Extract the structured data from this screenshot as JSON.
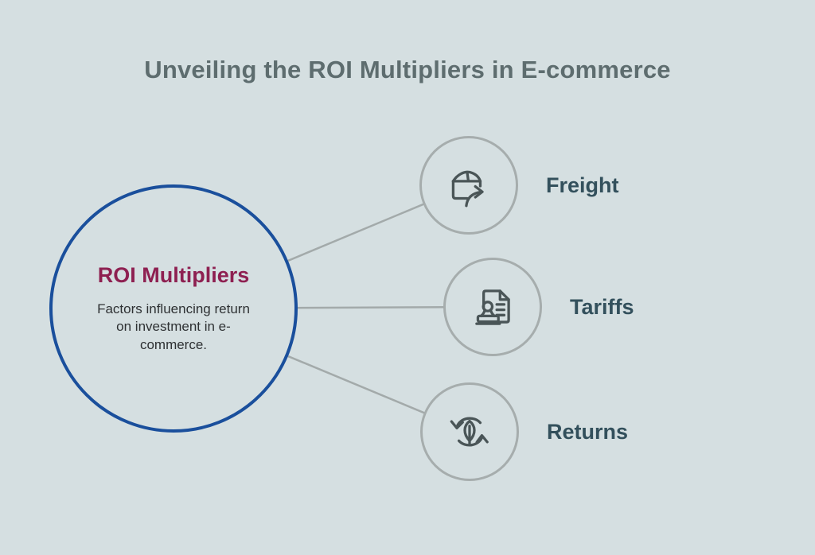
{
  "title": "Unveiling the ROI Multipliers in E-commerce",
  "center": {
    "heading": "ROI Multipliers",
    "description": "Factors influencing return on investment in e-commerce."
  },
  "nodes": [
    {
      "label": "Freight",
      "icon": "package-dispatch-icon"
    },
    {
      "label": "Tariffs",
      "icon": "stamped-document-icon"
    },
    {
      "label": "Returns",
      "icon": "leaf-cycle-icon"
    }
  ],
  "colors": {
    "background": "#d5dfe1",
    "title": "#5e6d6f",
    "accent_blue": "#1a4f9c",
    "heading_maroon": "#8e2051",
    "body_text": "#2e3133",
    "node_border": "#a6adad",
    "connector": "#a3aaaa",
    "icon": "#4a5557",
    "label": "#33505c"
  }
}
